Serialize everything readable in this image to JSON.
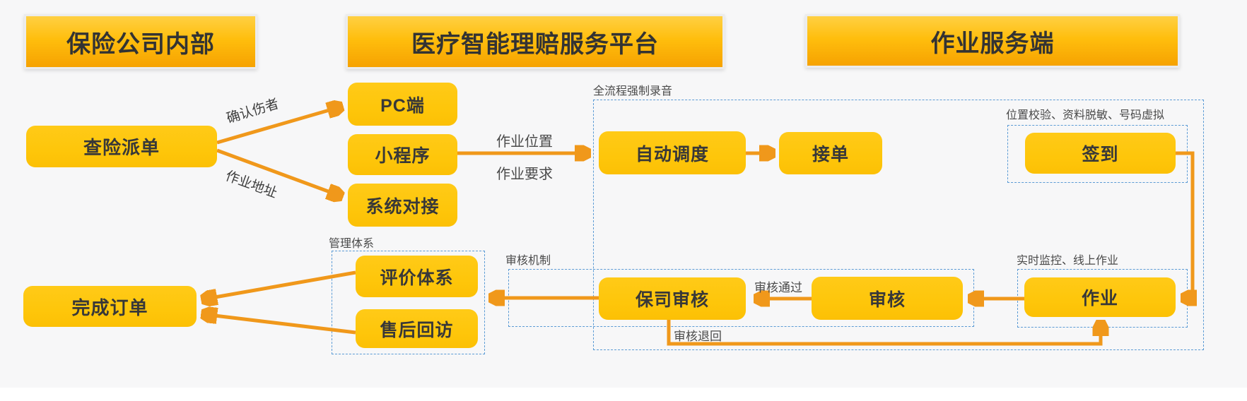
{
  "headers": {
    "insurance_internal": "保险公司内部",
    "platform": "医疗智能理赔服务平台",
    "service_side": "作业服务端"
  },
  "nodes": {
    "dispatch": "查险派单",
    "pc": "PC端",
    "miniprogram": "小程序",
    "system_integration": "系统对接",
    "auto_dispatch": "自动调度",
    "accept_order": "接单",
    "check_in": "签到",
    "operation": "作业",
    "review": "审核",
    "insurer_review": "保司审核",
    "evaluation_system": "评价体系",
    "after_sales": "售后回访",
    "complete_order": "完成订单"
  },
  "edge_labels": {
    "confirm_injured": "确认伤者",
    "work_address": "作业地址",
    "work_location": "作业位置",
    "work_requirements": "作业要求",
    "review_passed": "审核通过",
    "review_returned": "审核退回"
  },
  "group_labels": {
    "full_recording": "全流程强制录音",
    "checkin_features": "位置校验、资料脱敏、号码虚拟",
    "operation_features": "实时监控、线上作业",
    "review_mechanism": "审核机制",
    "management_system": "管理体系"
  },
  "colors": {
    "node_yellow": "#fec60a",
    "header_gradient_top": "#ffd043",
    "header_gradient_bottom": "#f6a201",
    "arrow_orange": "#f0981b",
    "dashed_border_blue": "#5b9bd5",
    "text_dark": "#383838",
    "background": "#f7f7f8"
  }
}
